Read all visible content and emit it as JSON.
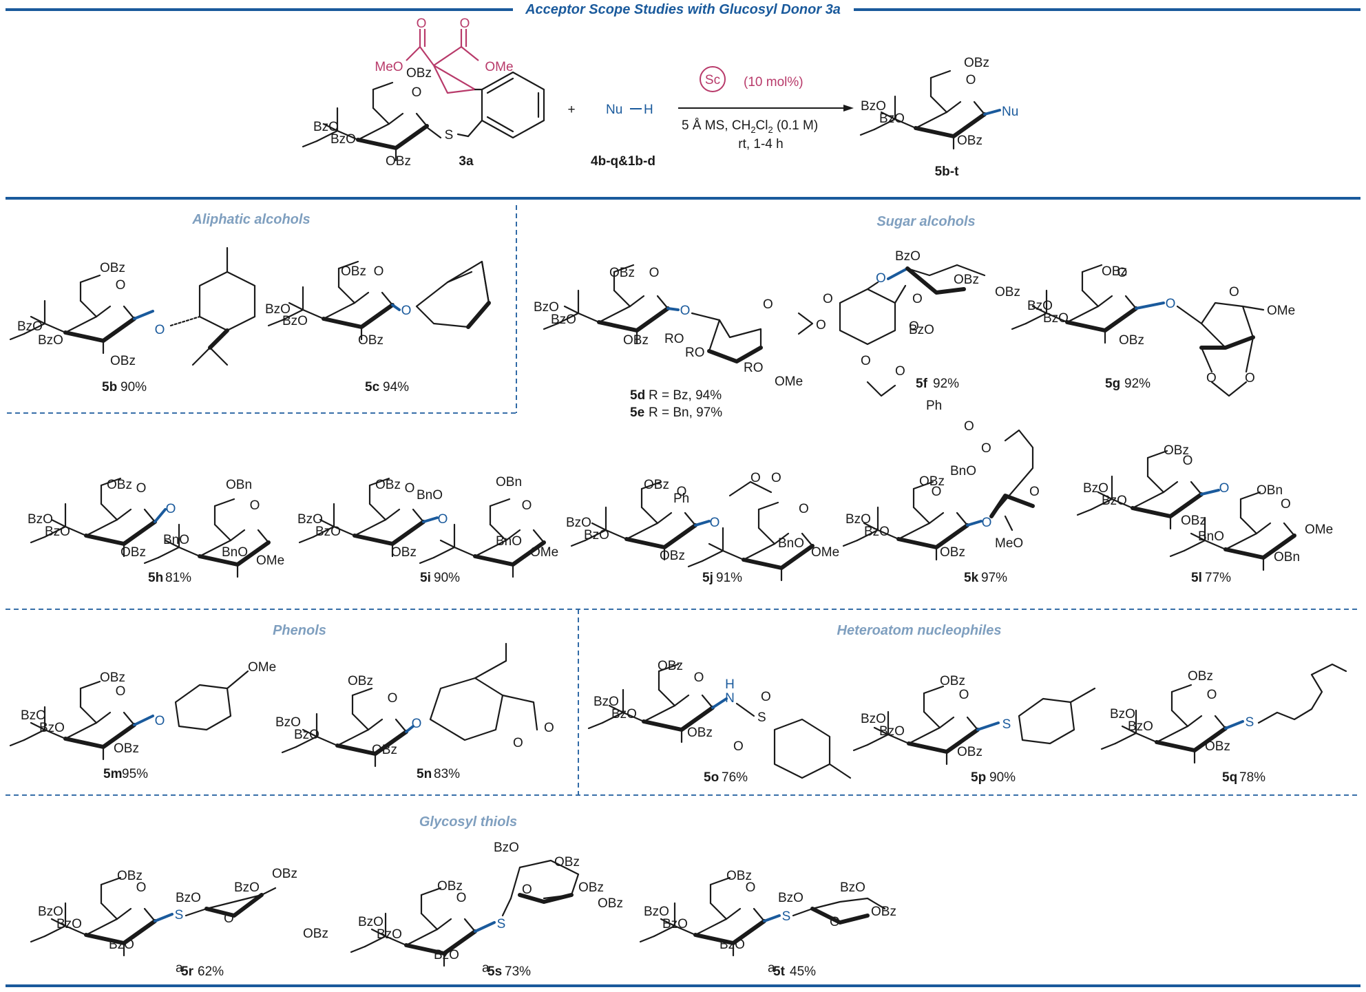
{
  "header": {
    "title": "Acceptor Scope Studies with Glucosyl Donor 3a"
  },
  "colors": {
    "accent": "#1a5a9c",
    "section_title": "#7f9fbf",
    "catalyst": "#b83a6a",
    "text": "#1a1a1a"
  },
  "scheme": {
    "donor_label": "3a",
    "donor_ester_left": "MeO",
    "donor_ester_right": "OMe",
    "donor_o_left": "O",
    "donor_o_right": "O",
    "donor_s": "S",
    "donor_groups": [
      "OBz",
      "BzO",
      "BzO",
      "OBz"
    ],
    "ring_o": "O",
    "plus": "+",
    "nucleophile": "Nu",
    "nucleophile_h": "H",
    "nucleophile_label": "4b-q&1b-d",
    "catalyst": "Sc",
    "catalyst_loading": "(10 mol%)",
    "conditions_line1": "5 Å MS, CH",
    "conditions_sub": "2",
    "conditions_cl": "Cl",
    "conditions_sub2": "2",
    "conditions_conc": " (0.1 M)",
    "conditions_line2": "rt, 1-4 h",
    "product_nu": "Nu",
    "product_groups": [
      "OBz",
      "BzO",
      "BzO",
      "OBz"
    ],
    "product_label": "5b-t"
  },
  "sections": {
    "aliphatic": "Aliphatic alcohols",
    "sugar": "Sugar alcohols",
    "phenols": "Phenols",
    "hetero": "Heteroatom nucleophiles",
    "thiols": "Glycosyl thiols"
  },
  "compounds": [
    {
      "id": "5b",
      "yield": "90%"
    },
    {
      "id": "5c",
      "yield": "94%"
    },
    {
      "id": "5d",
      "extra": "R = Bz, 94%"
    },
    {
      "id": "5e",
      "extra": "R = Bn, 97%"
    },
    {
      "id": "5f",
      "yield": "92%"
    },
    {
      "id": "5g",
      "yield": "92%"
    },
    {
      "id": "5h",
      "yield": "81%"
    },
    {
      "id": "5i",
      "yield": "90%"
    },
    {
      "id": "5j",
      "yield": "91%"
    },
    {
      "id": "5k",
      "yield": "97%"
    },
    {
      "id": "5l",
      "yield": "77%"
    },
    {
      "id": "5m",
      "yield": "95%"
    },
    {
      "id": "5n",
      "yield": "83%"
    },
    {
      "id": "5o",
      "yield": "76%"
    },
    {
      "id": "5p",
      "yield": "90%"
    },
    {
      "id": "5q",
      "yield": "78%"
    },
    {
      "id": "5r",
      "yield": "62%",
      "note": "a"
    },
    {
      "id": "5s",
      "yield": "73%",
      "note": "a"
    },
    {
      "id": "5t",
      "yield": "45%",
      "note": "a"
    }
  ],
  "labels": {
    "OBz": "OBz",
    "BzO": "BzO",
    "O": "O",
    "OMe": "OMe",
    "MeO": "MeO",
    "BnO": "BnO",
    "OBn": "OBn",
    "RO": "RO",
    "Ph": "Ph",
    "S": "S",
    "N": "N",
    "H": "H"
  }
}
